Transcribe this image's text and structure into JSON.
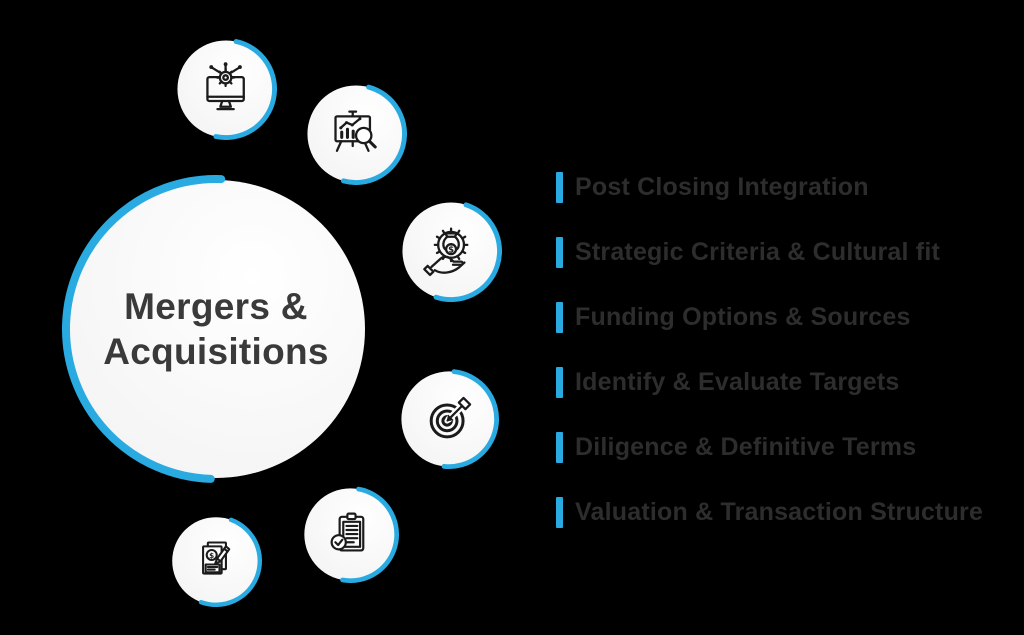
{
  "colors": {
    "background_color": "#000000",
    "accent_color": "#29abe2",
    "heading_text": "#3a3a3a",
    "list_text": "#2d2d2d",
    "icon_stroke": "#1b1b1b",
    "circle_fill": "#ffffff"
  },
  "center": {
    "title_line1": "Mergers &",
    "title_line2": "Acquisitions"
  },
  "nodes": [
    {
      "icon": "monitor-gear-icon"
    },
    {
      "icon": "chart-analysis-icon"
    },
    {
      "icon": "funding-gear-hand-icon"
    },
    {
      "icon": "target-dart-icon"
    },
    {
      "icon": "checklist-clipboard-icon"
    },
    {
      "icon": "document-sign-icon"
    }
  ],
  "list": {
    "items": [
      {
        "label": "Post Closing Integration"
      },
      {
        "label": "Strategic Criteria & Cultural fit"
      },
      {
        "label": "Funding Options & Sources"
      },
      {
        "label": "Identify & Evaluate Targets"
      },
      {
        "label": "Diligence & Definitive Terms"
      },
      {
        "label": "Valuation & Transaction Structure"
      }
    ]
  },
  "icon_glyphs": {
    "dollar": "$"
  }
}
